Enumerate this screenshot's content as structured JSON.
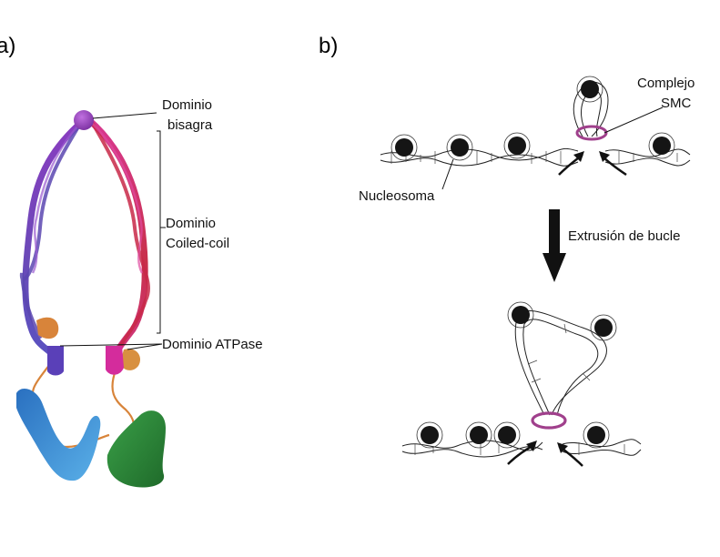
{
  "panel_a": {
    "letter": "a)",
    "labels": {
      "hinge": [
        "Dominio",
        "bisagra"
      ],
      "coiled": [
        "Dominio",
        "Coiled-coil"
      ],
      "atpase": "Dominio ATPase"
    }
  },
  "panel_b": {
    "letter": "b)",
    "labels": {
      "complex": [
        "Complejo",
        "SMC"
      ],
      "nucleosome": "Nucleosoma",
      "process": "Extrusión de bucle"
    }
  },
  "colors": {
    "purple": "#7a3fb0",
    "magenta": "#d83890",
    "red": "#c8283c",
    "blue_protein": "#3a8ad0",
    "green_protein": "#2e8b3a",
    "orange_linker": "#d8843a",
    "smc_ring": "#a0408c",
    "nucleosome": "#151515"
  }
}
